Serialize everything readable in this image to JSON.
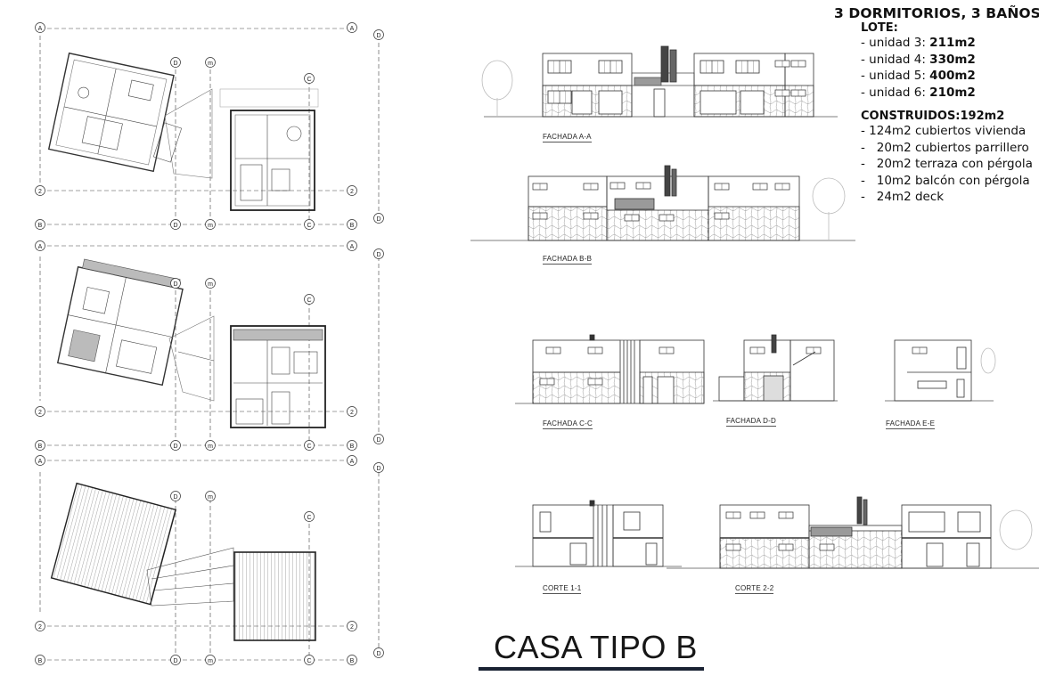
{
  "info": {
    "title": "3 DORMITORIOS, 3 BAÑOS",
    "lote_label": "LOTE:",
    "lote": [
      {
        "prefix": "- unidad 3:  ",
        "value": "211m2"
      },
      {
        "prefix": "- unidad 4:  ",
        "value": "330m2"
      },
      {
        "prefix": "- unidad 5:  ",
        "value": "400m2"
      },
      {
        "prefix": "- unidad 6:  ",
        "value": "210m2"
      }
    ],
    "construidos_label": "CONSTRUIDOS:192m2",
    "construidos": [
      "- 124m2 cubiertos vivienda",
      "-   20m2 cubiertos parrillero",
      "-   20m2 terraza con pérgola",
      "-   10m2 balcón con pérgola",
      "-   24m2 deck"
    ]
  },
  "drawings": {
    "fachada_aa": "FACHADA A-A",
    "fachada_bb": "FACHADA B-B",
    "fachada_cc": "FACHADA C-C",
    "fachada_dd": "FACHADA D-D",
    "fachada_ee": "FACHADA E-E",
    "corte_11": "CORTE 1-1",
    "corte_22": "CORTE 2-2"
  },
  "grid_markers": [
    "A",
    "B",
    "2",
    "D",
    "m",
    "C"
  ],
  "caption": "CASA TIPO B",
  "colors": {
    "line": "#333333",
    "accent_rule": "#1a2233"
  }
}
